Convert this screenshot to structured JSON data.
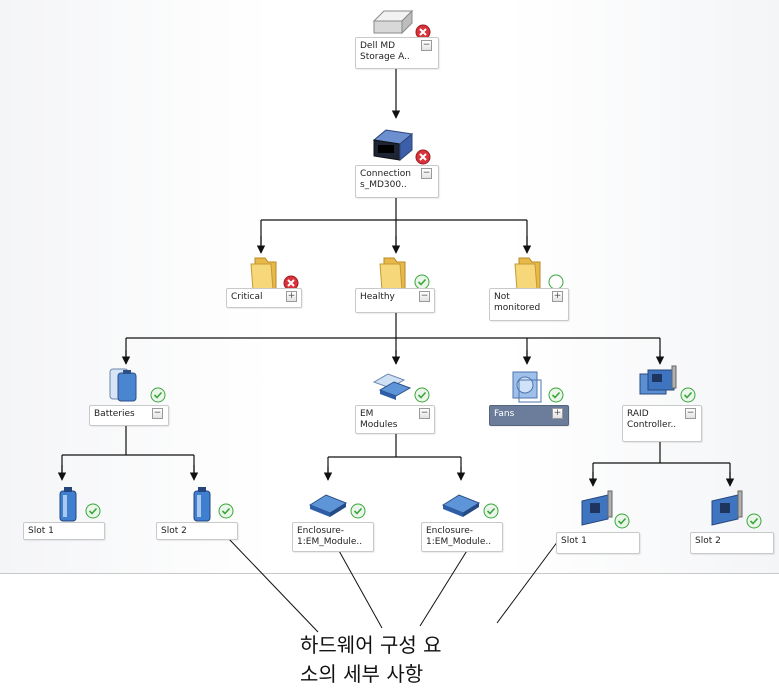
{
  "colors": {
    "critical": "#d9323a",
    "healthy": "#3aa63a",
    "not_monitored": "#3aa63a",
    "selected_node": "#6b7d9a"
  },
  "nodes": {
    "storage_array": {
      "label": "Dell MD\nStorage A..",
      "status": "critical",
      "icon": "storage-array-icon",
      "toggle": "−"
    },
    "connections": {
      "label": "Connection\ns_MD300..",
      "status": "critical",
      "icon": "server-chassis-icon",
      "toggle": "−"
    },
    "critical": {
      "label": "Critical",
      "status": "critical",
      "icon": "folder-icon",
      "toggle": "+"
    },
    "healthy": {
      "label": "Healthy",
      "status": "healthy",
      "icon": "folder-icon",
      "toggle": "−"
    },
    "not_monitored": {
      "label": "Not\nmonitored",
      "status": "not_monitored",
      "icon": "folder-icon",
      "toggle": "+"
    },
    "batteries": {
      "label": "Batteries",
      "status": "healthy",
      "icon": "battery-group-icon",
      "toggle": "−"
    },
    "em_modules": {
      "label": "EM\nModules",
      "status": "healthy",
      "icon": "em-module-group-icon",
      "toggle": "−"
    },
    "fans": {
      "label": "Fans",
      "status": "healthy",
      "icon": "fan-icon",
      "toggle": "+"
    },
    "raid": {
      "label": "RAID\nController..",
      "status": "healthy",
      "icon": "raid-controller-group-icon",
      "toggle": "−"
    },
    "bat_slot1": {
      "label": "Slot 1",
      "status": "healthy",
      "icon": "battery-icon"
    },
    "bat_slot2": {
      "label": "Slot 2",
      "status": "healthy",
      "icon": "battery-icon"
    },
    "em1": {
      "label": "Enclosure-\n1:EM_Module..",
      "status": "healthy",
      "icon": "em-module-icon"
    },
    "em2": {
      "label": "Enclosure-\n1:EM_Module..",
      "status": "healthy",
      "icon": "em-module-icon"
    },
    "raid_slot1": {
      "label": "Slot 1",
      "status": "healthy",
      "icon": "raid-card-icon"
    },
    "raid_slot2": {
      "label": "Slot 2",
      "status": "healthy",
      "icon": "raid-card-icon"
    }
  },
  "caption": {
    "text": "하드웨어 구성 요\n소의 세부 사항"
  }
}
